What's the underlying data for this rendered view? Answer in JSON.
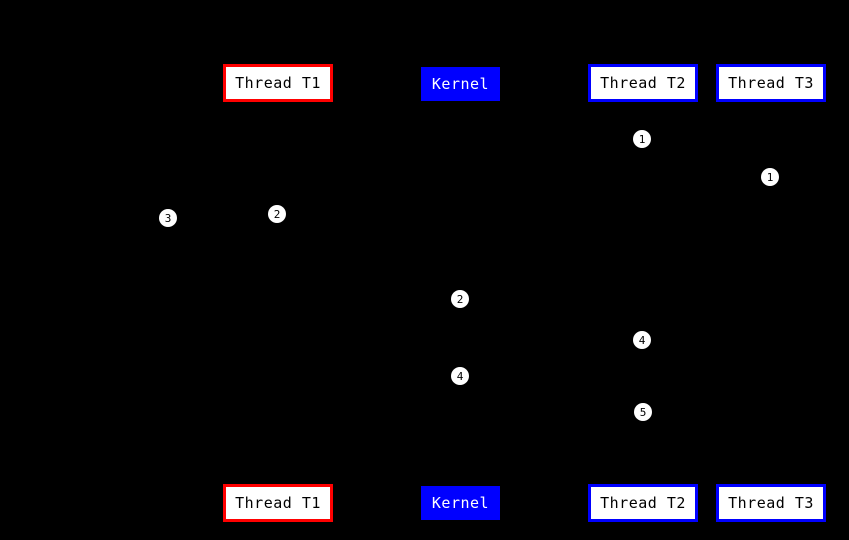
{
  "diagram": {
    "background_color": "#000000",
    "colors": {
      "thread_t1_border": "#ff0000",
      "thread_border": "#0000ff",
      "kernel_fill": "#0000ff",
      "box_fill": "#ffffff",
      "marker_fill": "#ffffff"
    },
    "top_boxes": [
      {
        "label": "Thread T1",
        "style": "thread-red"
      },
      {
        "label": "Kernel",
        "style": "kernel"
      },
      {
        "label": "Thread T2",
        "style": "thread-blue"
      },
      {
        "label": "Thread T3",
        "style": "thread-blue"
      }
    ],
    "bottom_boxes": [
      {
        "label": "Thread T1",
        "style": "thread-red"
      },
      {
        "label": "Kernel",
        "style": "kernel"
      },
      {
        "label": "Thread T2",
        "style": "thread-blue"
      },
      {
        "label": "Thread T3",
        "style": "thread-blue"
      }
    ],
    "markers": [
      {
        "label": "1"
      },
      {
        "label": "1"
      },
      {
        "label": "3"
      },
      {
        "label": "2"
      },
      {
        "label": "2"
      },
      {
        "label": "4"
      },
      {
        "label": "4"
      },
      {
        "label": "5"
      }
    ]
  }
}
